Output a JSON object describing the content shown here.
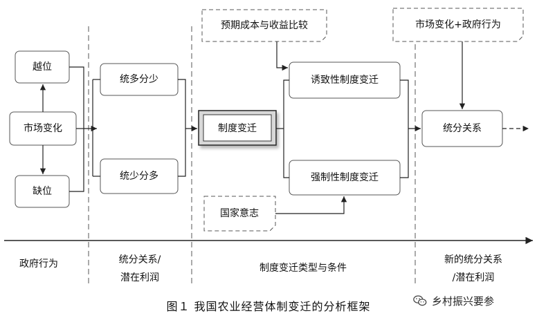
{
  "colors": {
    "stroke": "#333333",
    "text": "#111111",
    "box_border": "#555555",
    "dashed": "#555555"
  },
  "nodes": {
    "yuewei": "越位",
    "shichang_bianhua": "市场变化",
    "quewei": "缺位",
    "tong_duo_fen_shao": "统多分少",
    "tong_shao_fen_duo": "统少分多",
    "zhidu_bianqian": "制度变迁",
    "youzhixing": "诱致性制度变迁",
    "qiangzhixing": "强制性制度变迁",
    "tongfen_guanxi": "统分关系"
  },
  "notes": {
    "yuqi_chengben": "预期成本与收益比较",
    "guojia_yizhi": "国家意志",
    "shichang_zhengfu": "市场变化+政府行为"
  },
  "axis_labels": {
    "col1": "政府行为",
    "col2_line1": "统分关系/",
    "col2_line2": "潜在利润",
    "col3": "制度变迁类型与条件",
    "col4_line1": "新的统分关系",
    "col4_line2": "/潜在利润"
  },
  "caption": "图１ 我国农业经营体制变迁的分析框架",
  "watermark": {
    "icon": "wechat-icon",
    "text": "乡村振兴要参"
  }
}
